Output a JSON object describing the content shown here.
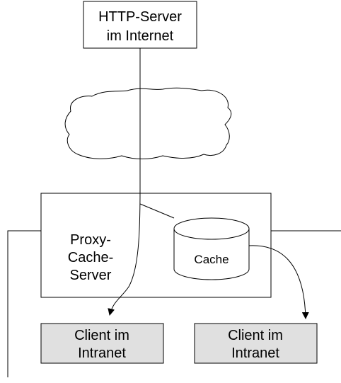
{
  "http_server": {
    "line1": "HTTP-Server",
    "line2": "im Internet"
  },
  "proxy": {
    "line1": "Proxy-",
    "line2": "Cache-",
    "line3": "Server"
  },
  "cache": {
    "label": "Cache"
  },
  "client_left": {
    "line1": "Client im",
    "line2": "Intranet"
  },
  "client_right": {
    "line1": "Client im",
    "line2": "Intranet"
  },
  "colors": {
    "line": "#000000",
    "client_fill": "#e0e0e0",
    "box_fill": "#ffffff"
  }
}
